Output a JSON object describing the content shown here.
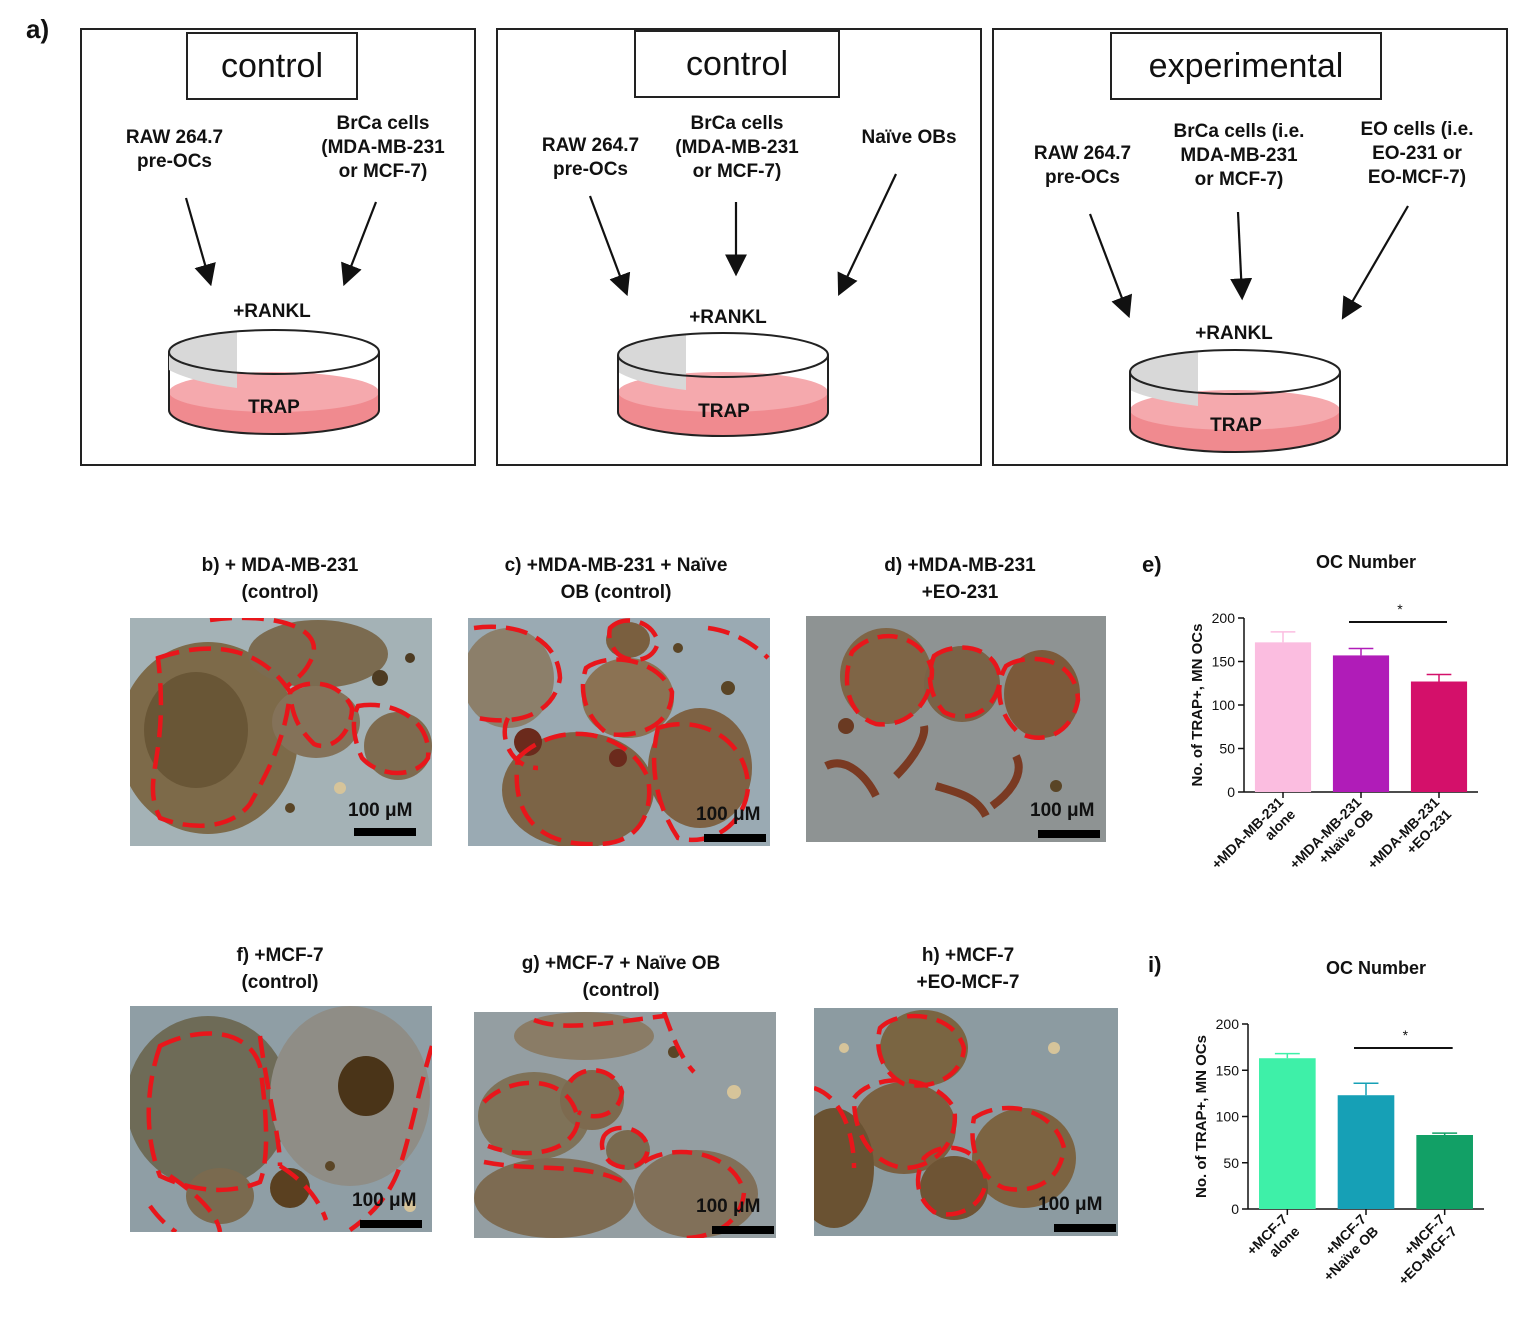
{
  "panel_a": {
    "letter": "a)",
    "boxes": [
      {
        "title": "control",
        "inputs": [
          "RAW 264.7\npre-OCs",
          "BrCa cells\n(MDA-MB-231\nor MCF-7)"
        ],
        "rankl": "+RANKL",
        "dish": "TRAP"
      },
      {
        "title": "control",
        "inputs": [
          "RAW 264.7\npre-OCs",
          "BrCa cells\n(MDA-MB-231\nor MCF-7)",
          "Naïve OBs"
        ],
        "rankl": "+RANKL",
        "dish": "TRAP"
      },
      {
        "title": "experimental",
        "inputs": [
          "RAW 264.7\npre-OCs",
          "BrCa cells (i.e.\nMDA-MB-231\nor MCF-7)",
          "EO cells (i.e.\nEO-231 or\nEO-MCF-7)"
        ],
        "rankl": "+RANKL",
        "dish": "TRAP"
      }
    ]
  },
  "micrographs": [
    {
      "title": "b) + MDA-MB-231\n(control)",
      "scale": "100 μM"
    },
    {
      "title": "c) +MDA-MB-231 + Naïve\nOB (control)",
      "scale": "100 μM"
    },
    {
      "title": "d) +MDA-MB-231\n+EO-231",
      "scale": "100 μM"
    },
    {
      "title": "f) +MCF-7\n(control)",
      "scale": "100 μM"
    },
    {
      "title": "g) +MCF-7 + Naïve OB\n(control)",
      "scale": "100 μM"
    },
    {
      "title": "h) +MCF-7\n+EO-MCF-7",
      "scale": "100 μM"
    }
  ],
  "colors": {
    "dashed_outline": "#e8161b",
    "micro_bg": "#8ea3ad",
    "cell_brown": "#6b4a22",
    "dish_pink": "#f08a8f"
  },
  "chart_data": [
    {
      "panel": "e)",
      "type": "bar",
      "title": "OC Number",
      "ylabel": "No. of TRAP+, MN OCs",
      "categories": [
        "+MDA-MB-231\nalone",
        "+MDA-MB-231\n+Naïve OB",
        "+MDA-MB-231\n+EO-231"
      ],
      "values": [
        172,
        157,
        127
      ],
      "errors": [
        12,
        8,
        8
      ],
      "colors": [
        "#fbbde0",
        "#b01cb8",
        "#d4106a"
      ],
      "ylim": [
        0,
        200
      ],
      "yticks": [
        0,
        50,
        100,
        150,
        200
      ],
      "significance": {
        "from": 1,
        "to": 2,
        "label": "*"
      }
    },
    {
      "panel": "i)",
      "type": "bar",
      "title": "OC Number",
      "ylabel": "No. of TRAP+, MN OCs",
      "categories": [
        "+MCF-7\nalone",
        "+MCF-7\n+Naïve OB",
        "+MCF-7\n+EO-MCF-7"
      ],
      "values": [
        163,
        123,
        80
      ],
      "errors": [
        5,
        13,
        2
      ],
      "colors": [
        "#3ef0a8",
        "#16a0b6",
        "#12a066"
      ],
      "ylim": [
        0,
        200
      ],
      "yticks": [
        0,
        50,
        100,
        150,
        200
      ],
      "significance": {
        "from": 1,
        "to": 2,
        "label": "*"
      }
    }
  ]
}
